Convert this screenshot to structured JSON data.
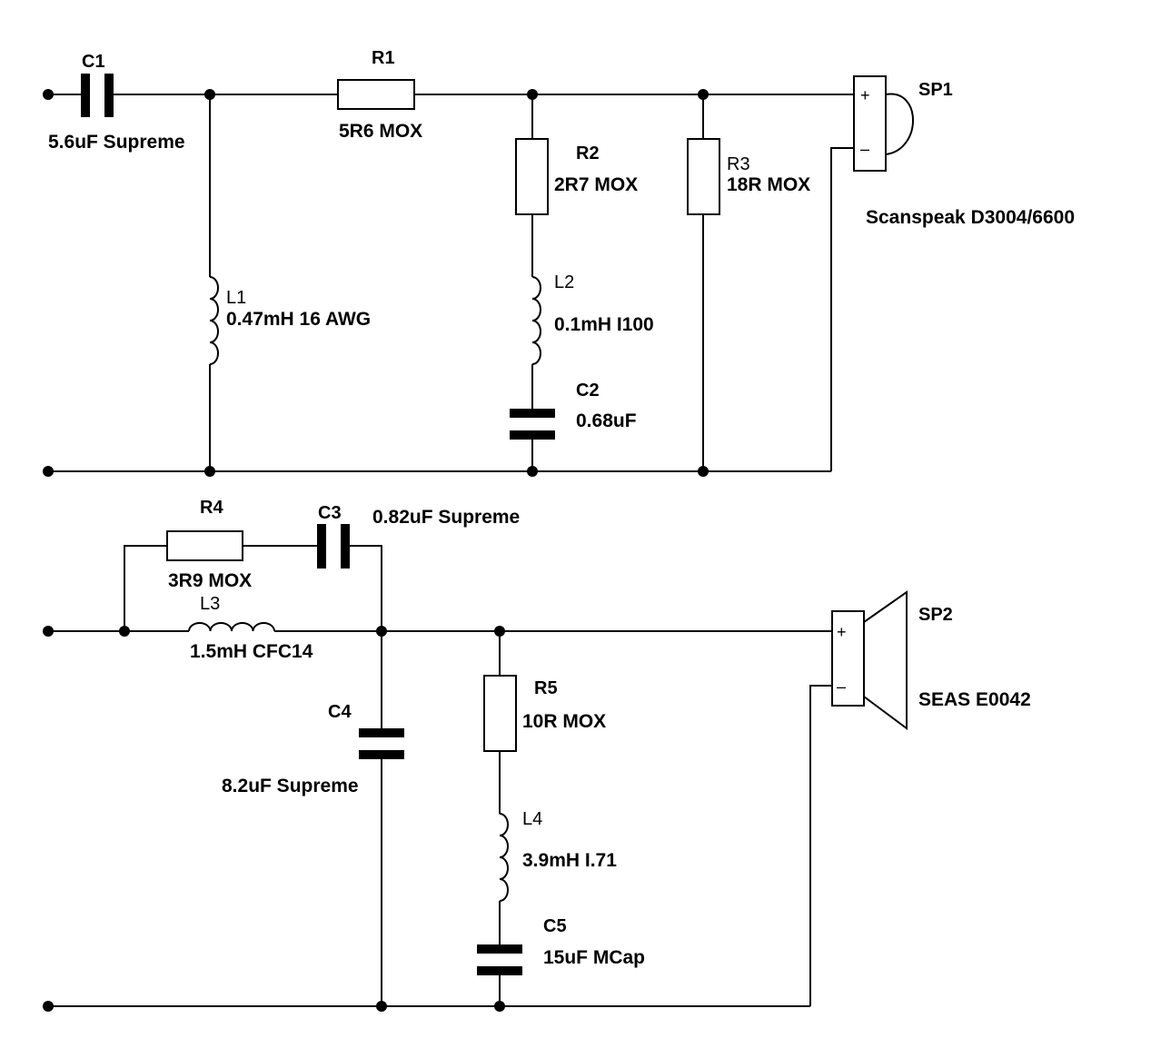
{
  "tweeter_section": {
    "C1": {
      "ref": "C1",
      "value": "5.6uF Supreme"
    },
    "R1": {
      "ref": "R1",
      "value": "5R6 MOX"
    },
    "R2": {
      "ref": "R2",
      "value": "2R7 MOX"
    },
    "R3": {
      "ref": "R3",
      "value": "18R MOX"
    },
    "L1": {
      "ref": "L1",
      "value": "0.47mH 16 AWG"
    },
    "L2": {
      "ref": "L2",
      "value": "0.1mH I100"
    },
    "C2": {
      "ref": "C2",
      "value": "0.68uF"
    },
    "SP1": {
      "ref": "SP1",
      "model": "Scanspeak D3004/6600",
      "plus": "+",
      "minus": "–"
    }
  },
  "woofer_section": {
    "R4": {
      "ref": "R4",
      "value": "3R9 MOX"
    },
    "C3": {
      "ref": "C3",
      "value": "0.82uF Supreme"
    },
    "L3": {
      "ref": "L3",
      "value": "1.5mH CFC14"
    },
    "C4": {
      "ref": "C4",
      "value": "8.2uF Supreme"
    },
    "R5": {
      "ref": "R5",
      "value": "10R MOX"
    },
    "L4": {
      "ref": "L4",
      "value": "3.9mH I.71"
    },
    "C5": {
      "ref": "C5",
      "value": "15uF MCap"
    },
    "SP2": {
      "ref": "SP2",
      "model": "SEAS E0042",
      "plus": "+",
      "minus": "–"
    }
  }
}
